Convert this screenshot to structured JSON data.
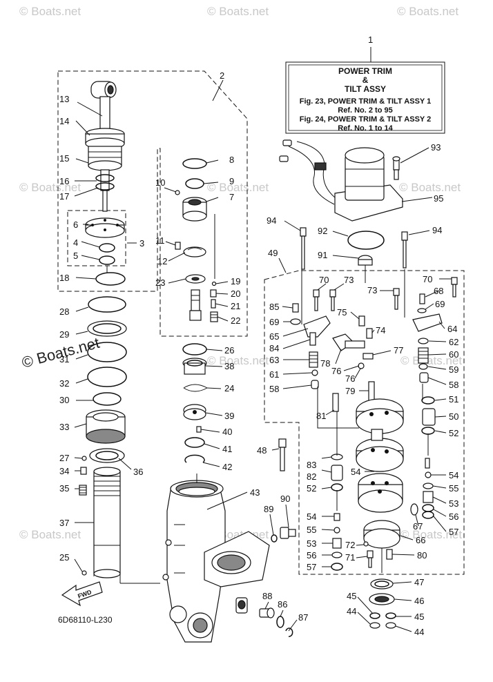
{
  "watermark": "© Boats.net",
  "watermark_overlay": "© Boats.net",
  "figure_code": "6D68110-L230",
  "fwd_label": "FWD",
  "title_box": {
    "line1": "POWER TRIM",
    "line2": "&",
    "line3": "TILT ASSY",
    "line4": "Fig. 23, POWER TRIM & TILT ASSY 1",
    "line5": "Ref. No. 2 to 95",
    "line6": "Fig. 24, POWER TRIM & TILT ASSY 2",
    "line7": "Ref. No. 1 to 14"
  },
  "callouts": {
    "c1": "1",
    "c2": "2",
    "c3": "3",
    "c4": "4",
    "c5": "5",
    "c6": "6",
    "c7": "7",
    "c8": "8",
    "c9": "9",
    "c10": "10",
    "c11": "11",
    "c12": "12",
    "c13": "13",
    "c14": "14",
    "c15": "15",
    "c16": "16",
    "c17": "17",
    "c18": "18",
    "c19": "19",
    "c20": "20",
    "c21": "21",
    "c22": "22",
    "c23": "23",
    "c24": "24",
    "c25": "25",
    "c26": "26",
    "c27": "27",
    "c28": "28",
    "c29": "29",
    "c30": "30",
    "c31": "31",
    "c32": "32",
    "c33": "33",
    "c34": "34",
    "c35": "35",
    "c36": "36",
    "c37": "37",
    "c38": "38",
    "c39": "39",
    "c40": "40",
    "c41": "41",
    "c42": "42",
    "c43": "43",
    "c44a": "44",
    "c44b": "44",
    "c45a": "45",
    "c45b": "45",
    "c46": "46",
    "c47": "47",
    "c48": "48",
    "c49": "49",
    "c50": "50",
    "c51": "51",
    "c52a": "52",
    "c52b": "52",
    "c53a": "53",
    "c53b": "53",
    "c54a": "54",
    "c54b": "54",
    "c54c": "54",
    "c55a": "55",
    "c55b": "55",
    "c56a": "56",
    "c56b": "56",
    "c57a": "57",
    "c57b": "57",
    "c58a": "58",
    "c58b": "58",
    "c59": "59",
    "c60": "60",
    "c61": "61",
    "c62": "62",
    "c63": "63",
    "c64": "64",
    "c65": "65",
    "c66": "66",
    "c67": "67",
    "c68": "68",
    "c69a": "69",
    "c69b": "69",
    "c70a": "70",
    "c70b": "70",
    "c71": "71",
    "c72": "72",
    "c73a": "73",
    "c73b": "73",
    "c74": "74",
    "c75": "75",
    "c76a": "76",
    "c76b": "76",
    "c77": "77",
    "c78": "78",
    "c79": "79",
    "c80": "80",
    "c81": "81",
    "c82": "82",
    "c83": "83",
    "c84": "84",
    "c85": "85",
    "c86": "86",
    "c87": "87",
    "c88": "88",
    "c89": "89",
    "c90": "90",
    "c91": "91",
    "c92": "92",
    "c93": "93",
    "c94a": "94",
    "c94b": "94",
    "c95": "95"
  }
}
